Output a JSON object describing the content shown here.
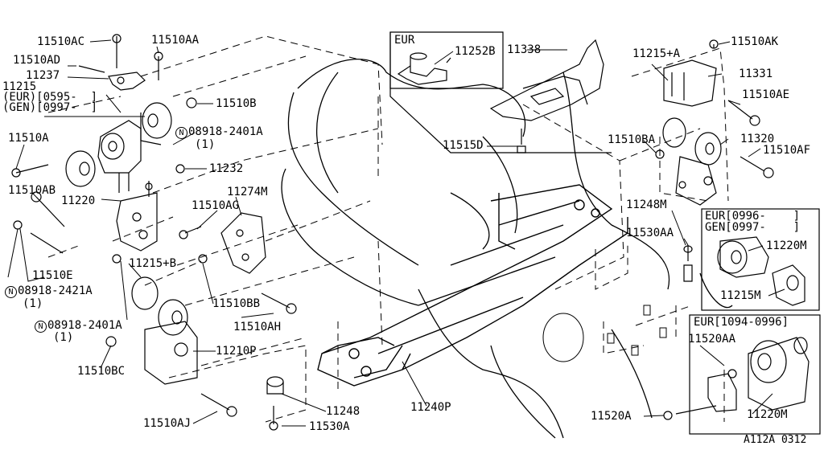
{
  "labels": {
    "p11510ac": "11510AC",
    "p11510aa": "11510AA",
    "p11510ad": "11510AD",
    "p11237": "11237",
    "p11215": "11215",
    "p11215_eur": "(EUR)[0595-  ]",
    "p11215_gen": "(GEN)[0997-  ]",
    "p11510b": "11510B",
    "p08918_2401a_top": "08918-2401A",
    "p08918_2401a_top_qty": "(1)",
    "p11510a": "11510A",
    "p11232": "11232",
    "p11510ab": "11510AB",
    "p11220": "11220",
    "p11274m": "11274M",
    "p11510ag": "11510AG",
    "p11510e": "11510E",
    "p08918_2421a": "08918-2421A",
    "p08918_2421a_qty": "(1)",
    "p11215b": "11215+B",
    "p11510bb": "11510BB",
    "p08918_2401a_bot": "08918-2401A",
    "p08918_2401a_bot_qty": "(1)",
    "p11510ah": "11510AH",
    "p11210p": "11210P",
    "p11510bc": "11510BC",
    "p11510aj": "11510AJ",
    "p11248": "11248",
    "p11530a": "11530A",
    "p11240p": "11240P",
    "eur_box": "EUR",
    "p11252b": "11252B",
    "p11338": "11338",
    "p11515d": "11515D",
    "p11215a": "11215+A",
    "p11510ak": "11510AK",
    "p11331": "11331",
    "p11510ae": "11510AE",
    "p11320": "11320",
    "p11510ba": "11510BA",
    "p11510af": "11510AF",
    "p11248m": "11248M",
    "p11530aa": "11530AA",
    "inset1_eur": "EUR[0996-    ]",
    "inset1_gen": "GEN[0997-    ]",
    "p11220m_1": "11220M",
    "p11215m": "11215M",
    "inset2_eur": "EUR[1094-0996]",
    "p11520aa": "11520AA",
    "p11520a": "11520A",
    "p11220m_2": "11220M",
    "diagram_code": "A112A 0312"
  },
  "n_symbol": "N"
}
